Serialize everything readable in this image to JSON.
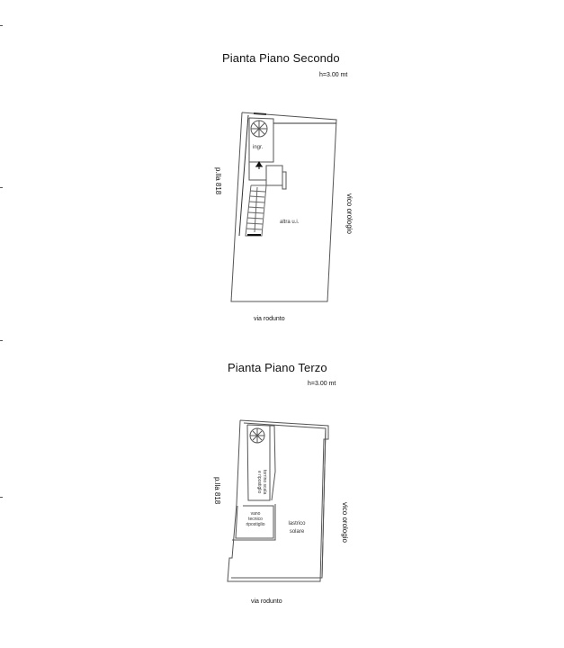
{
  "margin_ticks": [
    28,
    208,
    378,
    552
  ],
  "plans": [
    {
      "title": "Pianta Piano Secondo",
      "height_label": "h=3.00 mt",
      "left_label": "p.lla 818",
      "right_label": "vico orologio",
      "bottom_label": "via rodunto",
      "rooms": {
        "entrance": "ingr.",
        "other_unit": "altra u.i."
      }
    },
    {
      "title": "Pianta Piano Terzo",
      "height_label": "h=3.00 mt",
      "left_label": "p.lla 818",
      "right_label": "vico orologio",
      "bottom_label": "via rodunto",
      "rooms": {
        "stair_tower_line1": "torrino scala",
        "stair_tower_line2": "e ripostiglio",
        "tech_room_line1": "vano",
        "tech_room_line2": "tecnico",
        "tech_room_line3": "ripostiglio",
        "terrace_line1": "lastrico",
        "terrace_line2": "solare"
      }
    }
  ]
}
